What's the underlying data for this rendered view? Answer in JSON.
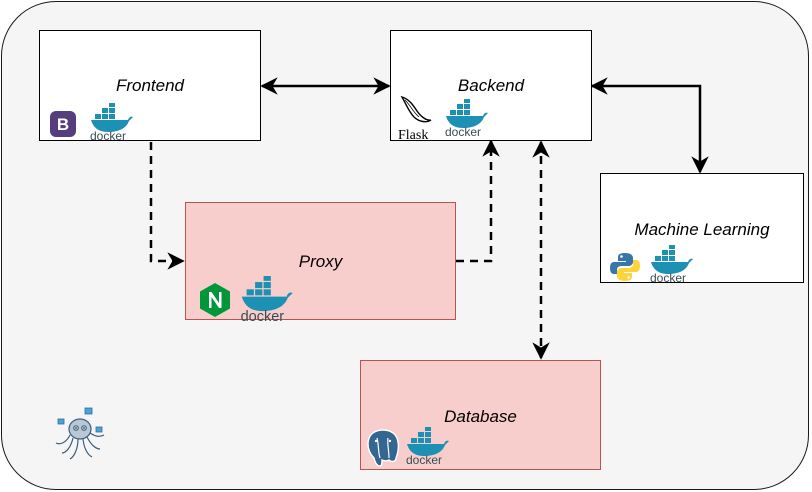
{
  "nodes": {
    "frontend": {
      "label": "Frontend",
      "icons": [
        "bootstrap-icon",
        "docker-icon"
      ],
      "fill": "#ffffff",
      "stroke": "#000000"
    },
    "backend": {
      "label": "Backend",
      "icons": [
        "flask-icon",
        "docker-icon"
      ],
      "fill": "#ffffff",
      "stroke": "#000000"
    },
    "machine_learning": {
      "label": "Machine Learning",
      "icons": [
        "python-icon",
        "docker-icon"
      ],
      "fill": "#ffffff",
      "stroke": "#000000"
    },
    "proxy": {
      "label": "Proxy",
      "icons": [
        "nginx-icon",
        "docker-icon"
      ],
      "fill": "#f8cecc",
      "stroke": "#b85450"
    },
    "database": {
      "label": "Database",
      "icons": [
        "postgresql-icon",
        "docker-icon"
      ],
      "fill": "#f8cecc",
      "stroke": "#b85450"
    }
  },
  "edges": [
    {
      "from": "frontend",
      "to": "backend",
      "style": "solid",
      "direction": "both"
    },
    {
      "from": "backend",
      "to": "machine_learning",
      "style": "solid",
      "direction": "both"
    },
    {
      "from": "frontend",
      "to": "proxy",
      "style": "dashed",
      "direction": "forward"
    },
    {
      "from": "proxy",
      "to": "backend",
      "style": "dashed",
      "direction": "forward"
    },
    {
      "from": "backend",
      "to": "database",
      "style": "dashed",
      "direction": "both"
    }
  ],
  "icon_text": {
    "docker": "docker",
    "flask": "Flask"
  },
  "corner_icon": "kubernetes-octopus-icon",
  "colors": {
    "docker_blue": "#1d91b4",
    "bootstrap_purple": "#563d7c",
    "nginx_green": "#009639",
    "postgres_blue": "#336791",
    "python_blue": "#3776ab",
    "python_yellow": "#ffd43b"
  }
}
